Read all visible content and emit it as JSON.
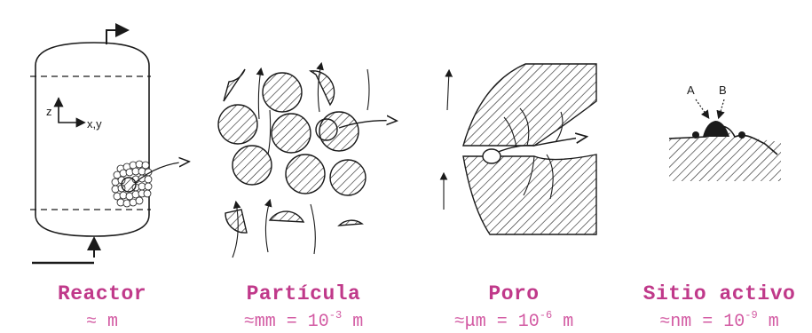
{
  "colors": {
    "caption": "#c0398a",
    "scale": "#d35ba3",
    "ink": "#1a1a1a"
  },
  "panels": [
    {
      "id": "reactor",
      "title": "Reactor",
      "scale_prefix": "≈ m",
      "scale_exp": "",
      "scale_suffix": "",
      "labels": {
        "axis_z": "z",
        "axis_xy": "x,y"
      }
    },
    {
      "id": "particle",
      "title": "Partícula",
      "scale_prefix": "≈mm = 10",
      "scale_exp": "-3",
      "scale_suffix": " m"
    },
    {
      "id": "pore",
      "title": "Poro",
      "scale_prefix": "≈μm = 10",
      "scale_exp": "-6",
      "scale_suffix": " m"
    },
    {
      "id": "active-site",
      "title": "Sitio activo",
      "scale_prefix": "≈nm = 10",
      "scale_exp": "-9",
      "scale_suffix": " m",
      "labels": {
        "species_a": "A",
        "species_b": "B"
      }
    }
  ]
}
